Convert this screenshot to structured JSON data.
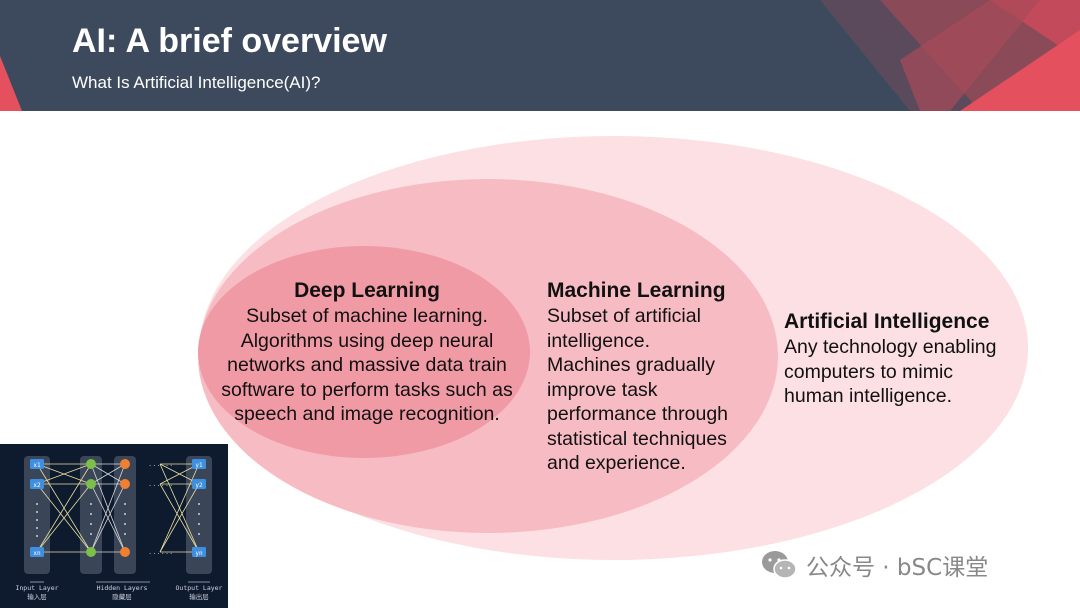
{
  "header": {
    "title": "AI: A brief overview",
    "subtitle": "What Is Artificial Intelligence(AI)?"
  },
  "diagram": {
    "artificial_intelligence": {
      "title": "Artificial Intelligence",
      "lines": [
        "Any technology enabling",
        "computers to mimic",
        "human intelligence."
      ]
    },
    "machine_learning": {
      "title": "Machine Learning",
      "lines": [
        "Subset of artificial",
        "intelligence.",
        "Machines gradually",
        "improve task",
        "performance through",
        "statistical techniques",
        "and experience."
      ]
    },
    "deep_learning": {
      "title": "Deep Learning",
      "lines": [
        "Subset of machine learning.",
        "Algorithms using deep neural",
        "networks and massive data train",
        "software to perform tasks such as",
        "speech and image recognition."
      ]
    }
  },
  "neural_net_image": {
    "input_label": "Input Layer",
    "input_label_cn": "输入层",
    "hidden_label": "Hidden Layers",
    "hidden_label_cn": "隐藏层",
    "output_label": "Output Layer",
    "output_label_cn": "输出层",
    "node_labels": [
      "x1",
      "x2",
      "xn",
      "y1",
      "y2",
      "yn"
    ]
  },
  "watermark": {
    "text": "公众号 · bSC课堂"
  },
  "colors": {
    "header_bg": "#3d4a5e",
    "ai_ellipse": "#fce0e3",
    "ml_ellipse": "#f7bcc3",
    "dl_ellipse": "#f09aa5",
    "accent_red": "#e5505e"
  }
}
